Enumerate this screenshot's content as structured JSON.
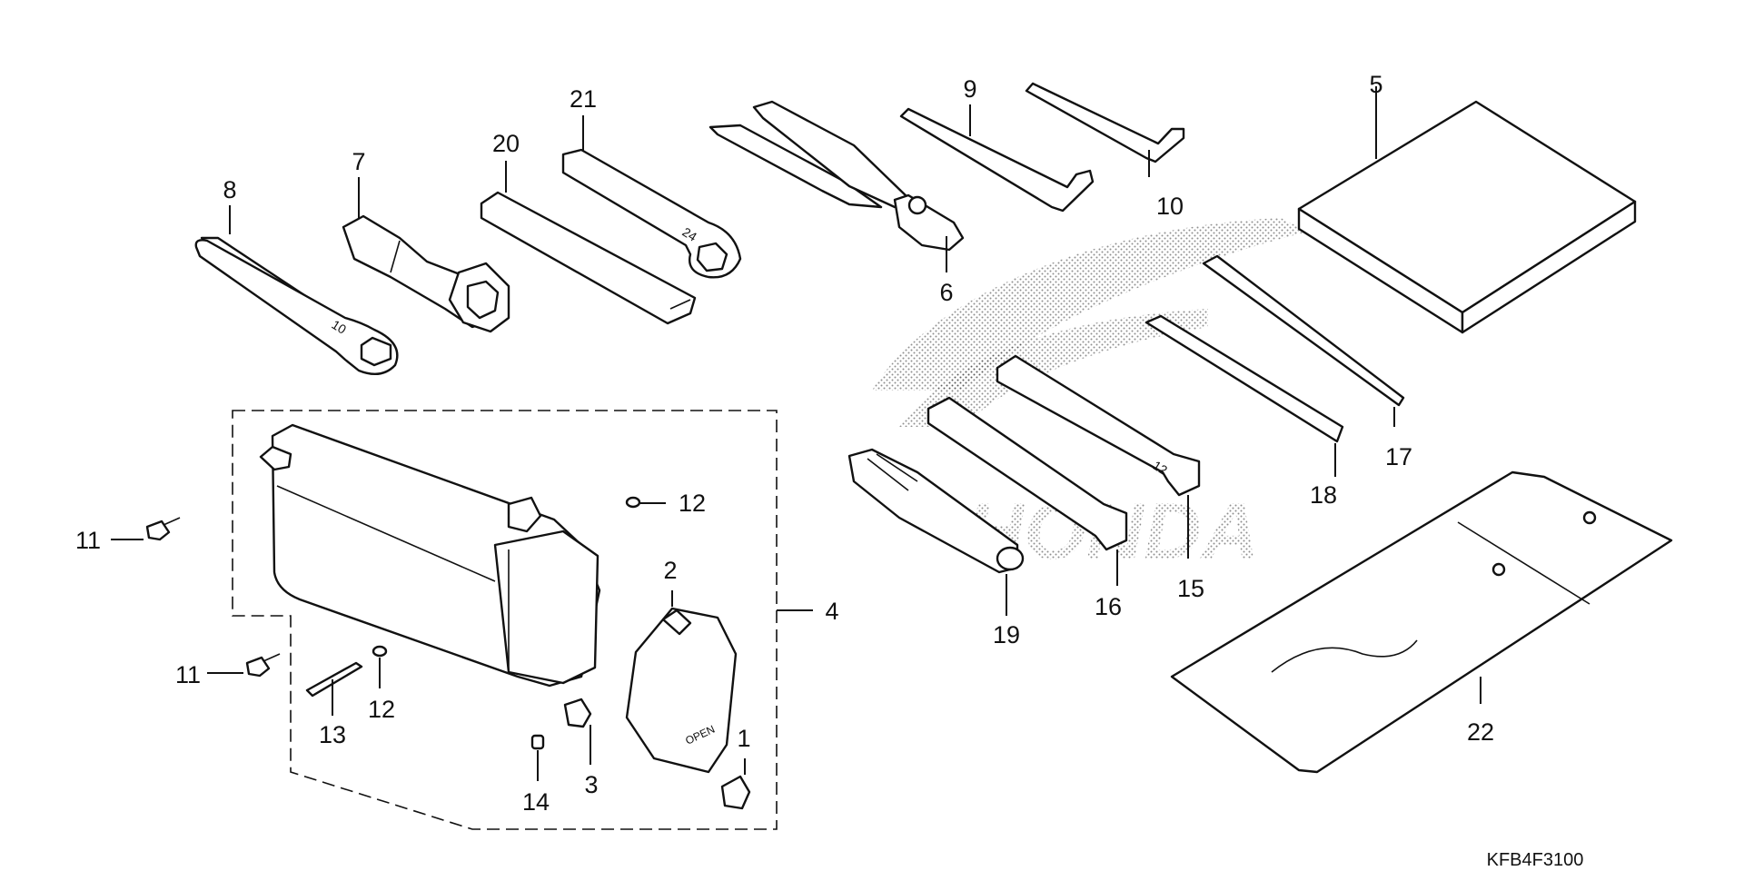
{
  "diagram": {
    "callouts": {
      "p1": "1",
      "p2": "2",
      "p3": "3",
      "p4": "4",
      "p5": "5",
      "p6": "6",
      "p7": "7",
      "p8": "8",
      "p9": "9",
      "p10": "10",
      "p11a": "11",
      "p11b": "11",
      "p12a": "12",
      "p12b": "12",
      "p13": "13",
      "p14": "14",
      "p15": "15",
      "p16": "16",
      "p17": "17",
      "p18": "18",
      "p19": "19",
      "p20": "20",
      "p21": "21",
      "p22": "22"
    },
    "diagram_code": "KFB4F3100",
    "logo_text": "HONDA",
    "part_markings": {
      "wrench_8": "10",
      "wrench_21": "24",
      "wrench_15": "12",
      "tool_box_lid": "OPEN"
    }
  }
}
